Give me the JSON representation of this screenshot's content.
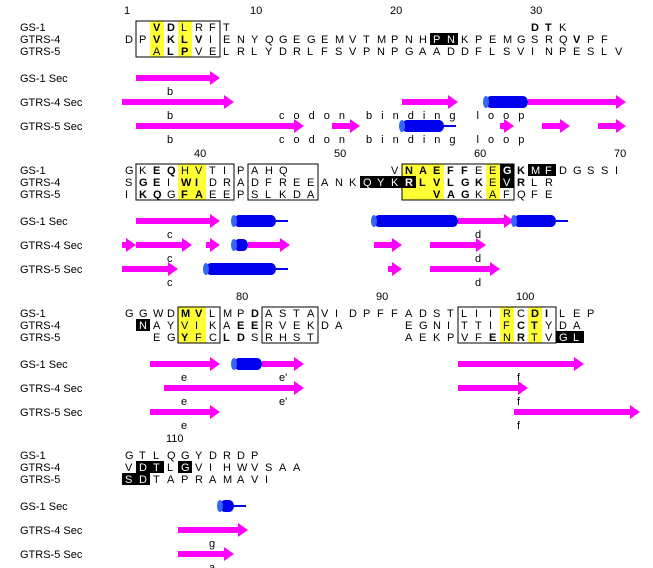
{
  "colors": {
    "conserved": "#ffff33",
    "identical": "#000000",
    "strand": "#ff00ff",
    "helix": "#0000ee",
    "text": "#000000"
  },
  "blocks": [
    {
      "id": "block-1",
      "ruler": [
        {
          "label": "1",
          "col": 0
        },
        {
          "label": "10",
          "col": 9
        },
        {
          "label": "20",
          "col": 19
        },
        {
          "label": "30",
          "col": 29
        }
      ],
      "sequences": [
        {
          "name": "GS-1",
          "chars": "  VDLRFT                     DTK",
          "bold": [
            2,
            3,
            29,
            30
          ]
        },
        {
          "name": "GTRS-4",
          "chars": "DPVKLVIENYQGEGEMVTMPNHPNKPEMGSRQVPF",
          "bold": [
            2,
            3,
            4,
            5,
            32
          ]
        },
        {
          "name": "GTRS-5",
          "chars": "  ALPVELRLYDRLFSVPNPGAADDFLSVINPESLV",
          "bold": [
            3,
            4
          ]
        }
      ],
      "highlights": [
        {
          "type": "yellow",
          "rows": [
            0,
            1,
            2
          ],
          "col_start": 2,
          "col_end": 2
        },
        {
          "type": "yellow",
          "rows": [
            0,
            1,
            2
          ],
          "col_start": 4,
          "col_end": 4
        },
        {
          "type": "black",
          "rows": [
            1
          ],
          "col_start": 22,
          "col_end": 23
        }
      ],
      "boxes": [
        {
          "rows": [
            0,
            1,
            2
          ],
          "col_start": 1,
          "col_end": 6
        }
      ],
      "secondary": [
        {
          "name": "GS-1 Sec",
          "elements": [
            {
              "type": "strand",
              "col_start": 1,
              "col_end": 7
            }
          ],
          "labels": [
            {
              "text": "b",
              "col": 3
            }
          ]
        },
        {
          "name": "GTRS-4 Sec",
          "elements": [
            {
              "type": "strand",
              "col_start": 0,
              "col_end": 8
            },
            {
              "type": "strand",
              "col_start": 20,
              "col_end": 24
            },
            {
              "type": "helix",
              "col_start": 26,
              "col_end": 29
            },
            {
              "type": "strand",
              "col_start": 29,
              "col_end": 36
            }
          ],
          "labels": [
            {
              "text": "b",
              "col": 3
            },
            {
              "text": "codon binding loop",
              "col": 11,
              "spaced": true
            }
          ]
        },
        {
          "name": "GTRS-5 Sec",
          "elements": [
            {
              "type": "strand",
              "col_start": 1,
              "col_end": 13
            },
            {
              "type": "strand",
              "col_start": 15,
              "col_end": 17
            },
            {
              "type": "helix",
              "col_start": 20,
              "col_end": 23
            },
            {
              "type": "strand",
              "col_start": 27,
              "col_end": 28
            },
            {
              "type": "strand",
              "col_start": 30,
              "col_end": 32
            },
            {
              "type": "strand",
              "col_start": 34,
              "col_end": 36
            }
          ],
          "labels": [
            {
              "text": "b",
              "col": 3
            },
            {
              "text": "codon binding loop",
              "col": 11,
              "spaced": true
            }
          ]
        }
      ]
    },
    {
      "id": "block-2",
      "ruler": [
        {
          "label": "40",
          "col": 5
        },
        {
          "label": "50",
          "col": 15
        },
        {
          "label": "60",
          "col": 25
        },
        {
          "label": "70",
          "col": 35
        }
      ],
      "sequences": [
        {
          "name": "GS-1",
          "chars": "GKEQHVTIPAHQ       VNAEFFEEGKMFDGSSI",
          "bold": [
            2,
            3,
            20,
            21,
            22,
            23,
            24,
            27,
            28
          ]
        },
        {
          "name": "GTRS-4",
          "chars": "SGEIWIDRADFREEANKQYKRLVLGKEVRLR",
          "bold": [
            1,
            2,
            4,
            5,
            20,
            21,
            22,
            23,
            24,
            25,
            28
          ]
        },
        {
          "name": "GTRS-5",
          "chars": "IKQGFAEEPSLKDA        VAGKAFQFE",
          "bold": [
            1,
            2,
            4,
            5,
            21,
            22,
            23,
            24
          ]
        }
      ],
      "highlights": [
        {
          "type": "yellow",
          "rows": [
            0,
            1,
            2
          ],
          "col_start": 4,
          "col_end": 5
        },
        {
          "type": "yellow",
          "rows": [
            0,
            1,
            2
          ],
          "col_start": 20,
          "col_end": 22
        },
        {
          "type": "yellow",
          "rows": [
            0,
            1,
            2
          ],
          "col_start": 26,
          "col_end": 26
        },
        {
          "type": "black",
          "rows": [
            1
          ],
          "col_start": 17,
          "col_end": 20
        },
        {
          "type": "black",
          "rows": [
            0
          ],
          "col_start": 27,
          "col_end": 27
        },
        {
          "type": "black",
          "rows": [
            1
          ],
          "col_start": 27,
          "col_end": 27
        },
        {
          "type": "black",
          "rows": [
            0
          ],
          "col_start": 29,
          "col_end": 30
        }
      ],
      "boxes": [
        {
          "rows": [
            0,
            1,
            2
          ],
          "col_start": 1,
          "col_end": 7
        },
        {
          "rows": [
            0,
            1,
            2
          ],
          "col_start": 9,
          "col_end": 13
        },
        {
          "rows": [
            0,
            1,
            2
          ],
          "col_start": 20,
          "col_end": 27
        }
      ],
      "secondary": [
        {
          "name": "GS-1 Sec",
          "elements": [
            {
              "type": "strand",
              "col_start": 1,
              "col_end": 7
            },
            {
              "type": "helix",
              "col_start": 8,
              "col_end": 11
            },
            {
              "type": "helix",
              "col_start": 18,
              "col_end": 24
            },
            {
              "type": "strand",
              "col_start": 24,
              "col_end": 28
            },
            {
              "type": "helix",
              "col_start": 28,
              "col_end": 31
            }
          ],
          "labels": [
            {
              "text": "c",
              "col": 3
            },
            {
              "text": "d",
              "col": 25
            }
          ]
        },
        {
          "name": "GTRS-4 Sec",
          "elements": [
            {
              "type": "strand",
              "col_start": 0,
              "col_end": 1
            },
            {
              "type": "strand",
              "col_start": 1,
              "col_end": 5
            },
            {
              "type": "strand",
              "col_start": 6,
              "col_end": 7
            },
            {
              "type": "helix",
              "col_start": 8,
              "col_end": 9
            },
            {
              "type": "strand",
              "col_start": 9,
              "col_end": 12
            },
            {
              "type": "strand",
              "col_start": 18,
              "col_end": 20
            },
            {
              "type": "strand",
              "col_start": 22,
              "col_end": 26
            }
          ],
          "labels": [
            {
              "text": "c",
              "col": 3
            },
            {
              "text": "d",
              "col": 25
            }
          ]
        },
        {
          "name": "GTRS-5 Sec",
          "elements": [
            {
              "type": "strand",
              "col_start": 0,
              "col_end": 4
            },
            {
              "type": "helix",
              "col_start": 6,
              "col_end": 11
            },
            {
              "type": "strand",
              "col_start": 19,
              "col_end": 20
            },
            {
              "type": "strand",
              "col_start": 22,
              "col_end": 27
            }
          ],
          "labels": [
            {
              "text": "c",
              "col": 3
            },
            {
              "text": "d",
              "col": 25
            }
          ]
        }
      ]
    },
    {
      "id": "block-3",
      "ruler": [
        {
          "label": "80",
          "col": 8
        },
        {
          "label": "90",
          "col": 18
        },
        {
          "label": "100",
          "col": 28
        }
      ],
      "sequences": [
        {
          "name": "GS-1",
          "chars": "GGWDMVLMPDASTAVIDPFFADSTLIIRCDILEP",
          "bold": [
            4,
            5,
            9,
            29,
            30
          ]
        },
        {
          "name": "GTRS-4",
          "chars": " NAYVIKAEERVEKDA    EGNITTIFCTYDA",
          "bold": [
            8,
            9,
            28,
            29
          ]
        },
        {
          "name": "GTRS-5",
          "chars": "  EGYFCLDSRHST      AEKPVFENRTVGL",
          "bold": [
            4,
            7,
            8,
            26,
            28
          ]
        }
      ],
      "highlights": [
        {
          "type": "yellow",
          "rows": [
            0,
            1,
            2
          ],
          "col_start": 4,
          "col_end": 5
        },
        {
          "type": "yellow",
          "rows": [
            0,
            1,
            2
          ],
          "col_start": 27,
          "col_end": 27
        },
        {
          "type": "yellow",
          "rows": [
            0,
            1,
            2
          ],
          "col_start": 29,
          "col_end": 29
        },
        {
          "type": "black",
          "rows": [
            1
          ],
          "col_start": 1,
          "col_end": 1
        },
        {
          "type": "black",
          "rows": [
            2
          ],
          "col_start": 31,
          "col_end": 32
        }
      ],
      "boxes": [
        {
          "rows": [
            0,
            1,
            2
          ],
          "col_start": 4,
          "col_end": 6
        },
        {
          "rows": [
            0,
            1,
            2
          ],
          "col_start": 10,
          "col_end": 13
        },
        {
          "rows": [
            0,
            1,
            2
          ],
          "col_start": 24,
          "col_end": 30
        }
      ],
      "secondary": [
        {
          "name": "GS-1 Sec",
          "elements": [
            {
              "type": "strand",
              "col_start": 2,
              "col_end": 7
            },
            {
              "type": "helix",
              "col_start": 8,
              "col_end": 10
            },
            {
              "type": "strand",
              "col_start": 10,
              "col_end": 13
            },
            {
              "type": "strand",
              "col_start": 24,
              "col_end": 33
            }
          ],
          "labels": [
            {
              "text": "e",
              "col": 4
            },
            {
              "text": "e'",
              "col": 11
            },
            {
              "text": "f",
              "col": 28
            }
          ]
        },
        {
          "name": "GTRS-4 Sec",
          "elements": [
            {
              "type": "strand",
              "col_start": 3,
              "col_end": 13
            },
            {
              "type": "strand",
              "col_start": 24,
              "col_end": 29
            }
          ],
          "labels": [
            {
              "text": "e",
              "col": 4
            },
            {
              "text": "e'",
              "col": 11
            },
            {
              "text": "f",
              "col": 28
            }
          ]
        },
        {
          "name": "GTRS-5 Sec",
          "elements": [
            {
              "type": "strand",
              "col_start": 2,
              "col_end": 7
            },
            {
              "type": "strand",
              "col_start": 28,
              "col_end": 37
            }
          ],
          "labels": [
            {
              "text": "e",
              "col": 4
            },
            {
              "text": "f",
              "col": 28
            }
          ]
        }
      ]
    },
    {
      "id": "block-4",
      "ruler": [
        {
          "label": "110",
          "col": 3
        }
      ],
      "sequences": [
        {
          "name": "GS-1",
          "chars": "GTLQGYDRDP",
          "bold": []
        },
        {
          "name": "GTRS-4",
          "chars": "VDTLGVIHWVSAA",
          "bold": []
        },
        {
          "name": "GTRS-5",
          "chars": "SDTAPRAMAVI",
          "bold": []
        }
      ],
      "highlights": [
        {
          "type": "black",
          "rows": [
            1
          ],
          "col_start": 1,
          "col_end": 2
        },
        {
          "type": "black",
          "rows": [
            2
          ],
          "col_start": 0,
          "col_end": 1
        },
        {
          "type": "black",
          "rows": [
            1
          ],
          "col_start": 4,
          "col_end": 4
        }
      ],
      "boxes": [],
      "secondary": [
        {
          "name": "GS-1 Sec",
          "elements": [
            {
              "type": "helix",
              "col_start": 7,
              "col_end": 8
            }
          ],
          "labels": []
        },
        {
          "name": "GTRS-4 Sec",
          "elements": [
            {
              "type": "strand",
              "col_start": 4,
              "col_end": 9
            }
          ],
          "labels": [
            {
              "text": "g",
              "col": 6
            }
          ]
        },
        {
          "name": "GTRS-5 Sec",
          "elements": [
            {
              "type": "strand",
              "col_start": 4,
              "col_end": 8
            }
          ],
          "labels": [
            {
              "text": "a",
              "col": 6
            }
          ]
        }
      ]
    }
  ]
}
